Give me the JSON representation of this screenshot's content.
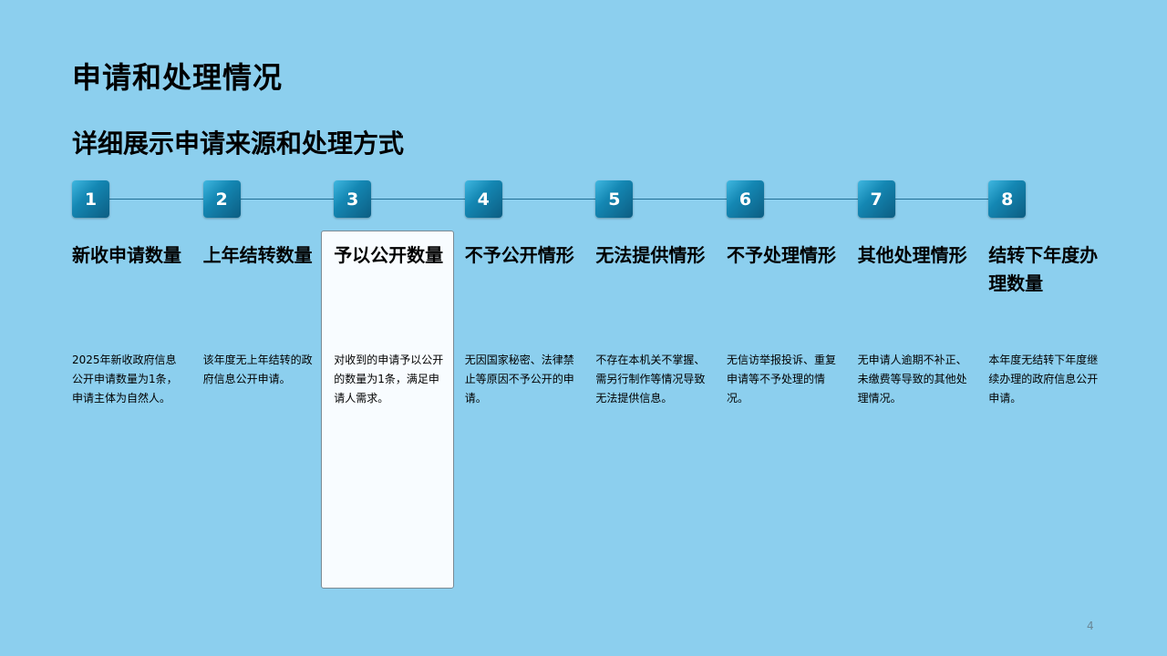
{
  "title": "申请和处理情况",
  "subtitle": "详细展示申请来源和处理方式",
  "highlighted_step": 3,
  "steps": [
    {
      "num": "1",
      "head": "新收申请数量",
      "desc": "2025年新收政府信息公开申请数量为1条，申请主体为自然人。"
    },
    {
      "num": "2",
      "head": "上年结转数量",
      "desc": "该年度无上年结转的政府信息公开申请。"
    },
    {
      "num": "3",
      "head": "予以公开数量",
      "desc": "对收到的申请予以公开的数量为1条，满足申请人需求。"
    },
    {
      "num": "4",
      "head": "不予公开情形",
      "desc": "无因国家秘密、法律禁止等原因不予公开的申请。"
    },
    {
      "num": "5",
      "head": "无法提供情形",
      "desc": "不存在本机关不掌握、需另行制作等情况导致无法提供信息。"
    },
    {
      "num": "6",
      "head": "不予处理情形",
      "desc": "无信访举报投诉、重复申请等不予处理的情况。"
    },
    {
      "num": "7",
      "head": "其他处理情形",
      "desc": "无申请人逾期不补正、未缴费等导致的其他处理情况。"
    },
    {
      "num": "8",
      "head": "结转下年度办理数量",
      "desc": "本年度无结转下年度继续办理的政府信息公开申请。"
    }
  ],
  "page_number": "4",
  "colors": {
    "background": "#8ccfee",
    "badge": "#1487b3",
    "highlight": "#f8fcff"
  }
}
